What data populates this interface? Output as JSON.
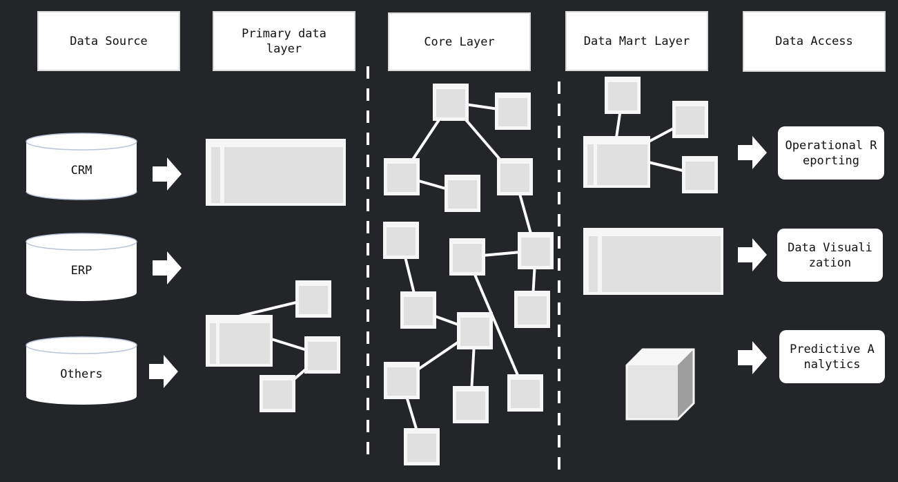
{
  "headers": {
    "data_source": "Data Source",
    "primary_layer": "Primary data layer",
    "core_layer": "Core Layer",
    "data_mart_layer": "Data Mart Layer",
    "data_access": "Data Access"
  },
  "sources": [
    "CRM",
    "ERP",
    "Others"
  ],
  "access": [
    "Operational Reporting",
    "Data Visualization",
    "Predictive Analytics"
  ],
  "colors": {
    "background": "#232529",
    "box_fill": "#e4e4e4",
    "box_stroke": "#f4f4f4",
    "line": "#ffffff"
  }
}
